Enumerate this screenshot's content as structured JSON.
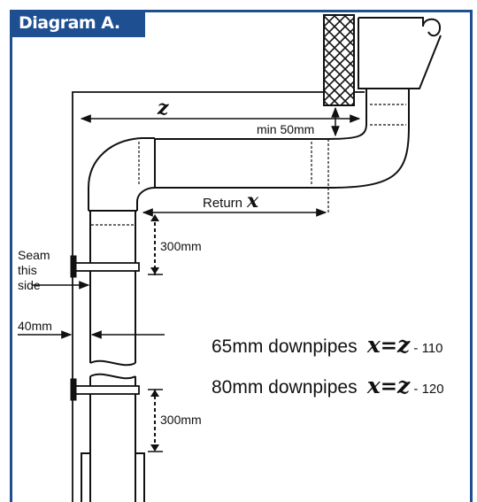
{
  "title": "Diagram A.",
  "labels": {
    "z": "z",
    "min_gap": "min 50mm",
    "return_word": "Return",
    "return_var": "x",
    "bracket_spacing_top": "300mm",
    "bracket_spacing_bottom": "300mm",
    "seam_line1": "Seam",
    "seam_line2": "this",
    "seam_line3": "side",
    "wall_gap": "40mm"
  },
  "formulas": [
    {
      "prefix": "65mm downpipes",
      "lhs": "x",
      "eq": "=",
      "rhs": "z",
      "suffix": " - 110"
    },
    {
      "prefix": "80mm downpipes",
      "lhs": "x",
      "eq": "=",
      "rhs": "z",
      "suffix": " - 120"
    }
  ],
  "colors": {
    "accent": "#1d4f91",
    "ink": "#111111"
  }
}
